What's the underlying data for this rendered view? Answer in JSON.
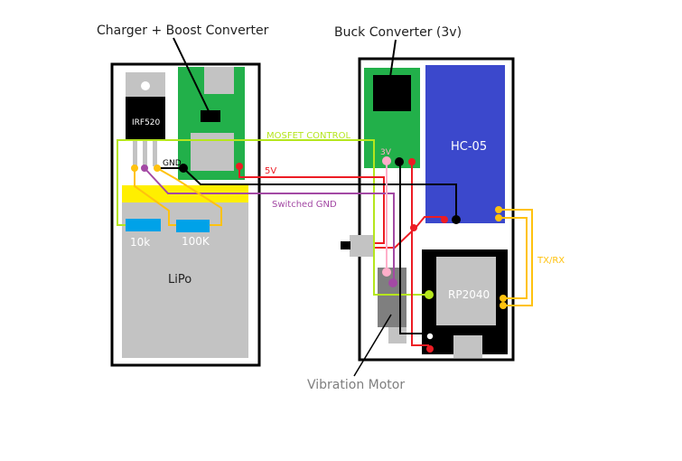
{
  "titles": {
    "charger": "Charger + Boost Converter",
    "buck": "Buck Converter (3v)",
    "vibration": "Vibration Motor"
  },
  "components": {
    "mosfet": "IRF520",
    "gnd": "GND",
    "r1": "10k",
    "r2": "100K",
    "battery": "LiPo",
    "bluetooth": "HC-05",
    "mcu": "RP2040",
    "buck_3v": "3V"
  },
  "wires": {
    "mosfet_control": "MOSFET CONTROL",
    "v5": "5V",
    "switched_gnd": "Switched GND",
    "txrx": "TX/RX"
  },
  "colors": {
    "green_board": "#22b04a",
    "blue_board": "#3b48cc",
    "grey": "#c3c3c3",
    "yellow": "#ffef00",
    "resistor": "#00a2e8",
    "wire_lime": "#b5e61d",
    "wire_red": "#ed1c24",
    "wire_purple": "#a349a4",
    "wire_pink": "#ffaec9",
    "wire_orange": "#ffc20e",
    "black": "#000000"
  }
}
